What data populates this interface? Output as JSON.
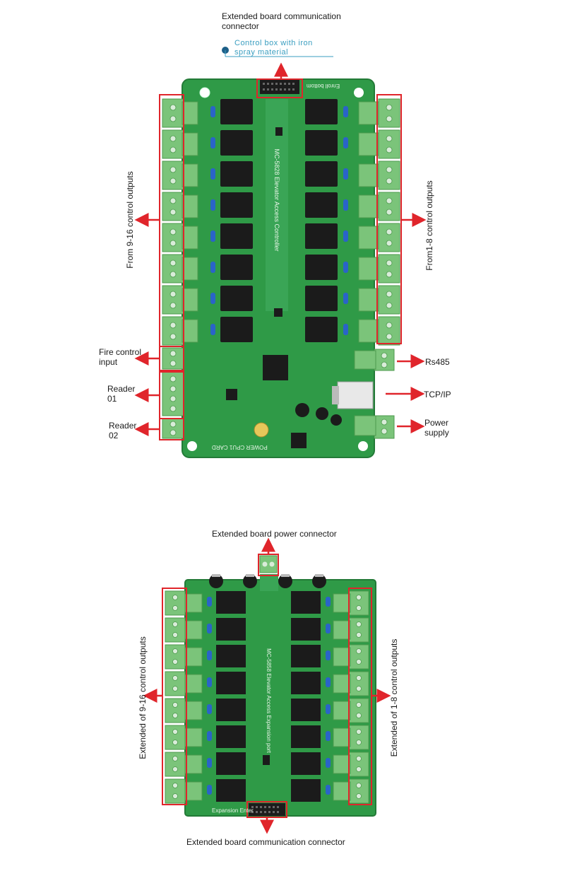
{
  "top_board": {
    "top_connector_label": "Extended board communication connector",
    "control_box_note": "Control box with iron spray material",
    "left_outputs_label": "From 9-16 control outputs",
    "right_outputs_label": "From1-8 control outputs",
    "fire_label": "Fire control input",
    "reader1_label": "Reader 01",
    "reader2_label": "Reader 02",
    "rs485_label": "Rs485",
    "tcpip_label": "TCP/IP",
    "power_label": "Power supply",
    "board_silk_text": "MC-5828 Elevator Access Controller",
    "board_top_silk": "Enroll bottom",
    "bottom_silk": "POWER CPU1 CARD"
  },
  "bottom_board": {
    "power_connector_label": "Extended board power connector",
    "left_outputs_label": "Extended of 9-16 control outputs",
    "right_outputs_label": "Extended of 1-8 control outputs",
    "bottom_connector_label": "Extended board communication connector",
    "board_silk_text": "MC-5858 Elevator Access Expansion port",
    "bottom_silk": "Expansion Enter"
  },
  "colors": {
    "pcb": "#2f9a47",
    "pcb_dark": "#1f7a35",
    "terminal": "#7bc47a",
    "relay": "#1b1b1b",
    "capacitor": "#2a64c8",
    "arrow": "#e0252b",
    "callout": "#3a9ec0"
  }
}
